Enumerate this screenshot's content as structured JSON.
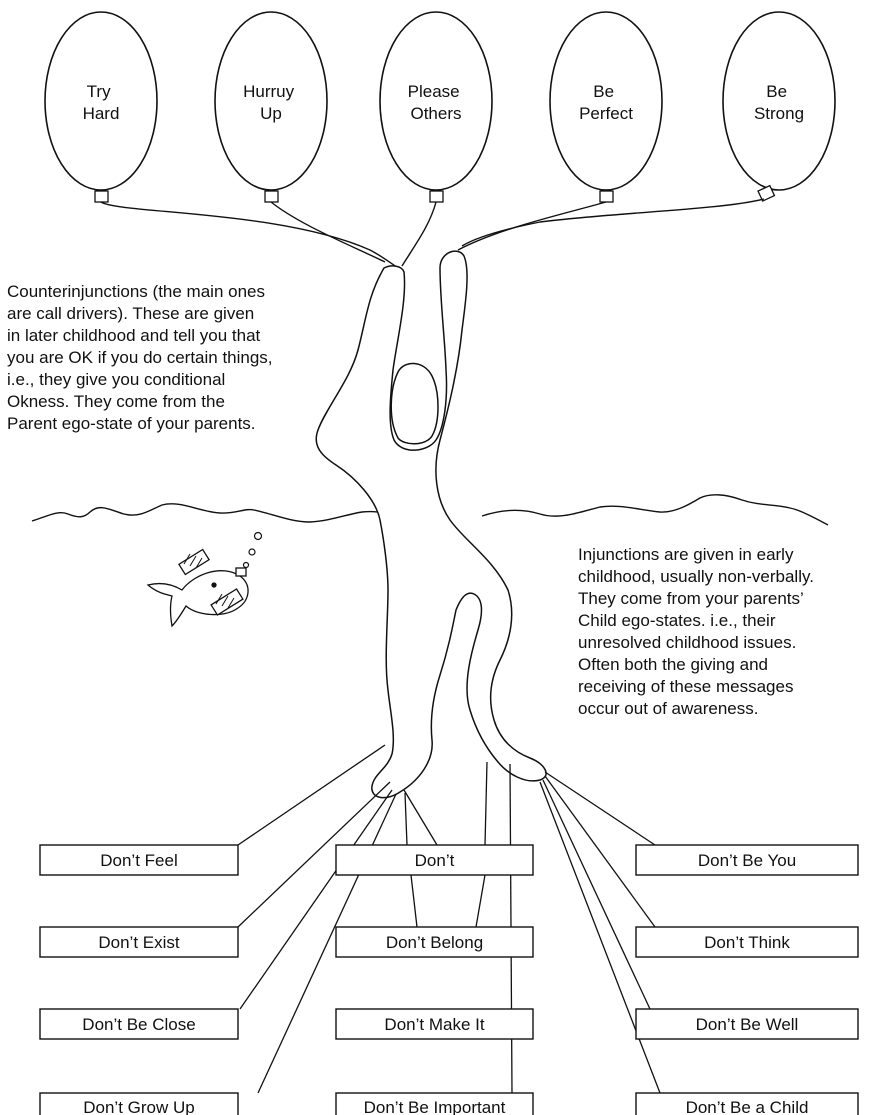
{
  "balloons": [
    {
      "lines": [
        "Try",
        "Hard"
      ]
    },
    {
      "lines": [
        "Hurruy",
        "Up"
      ]
    },
    {
      "lines": [
        "Please",
        "Others"
      ]
    },
    {
      "lines": [
        "Be",
        "Perfect"
      ]
    },
    {
      "lines": [
        "Be",
        "Strong"
      ]
    }
  ],
  "counterinjunctions_text": [
    "Counterinjunctions (the main ones",
    "are call drivers). These are given",
    "in later childhood and tell you that",
    "you are OK if you do certain things,",
    "i.e., they give you conditional",
    "Okness. They come from the",
    "Parent ego-state of your parents."
  ],
  "injunctions_text": [
    "Injunctions are given in early",
    "childhood, usually non-verbally.",
    "They come from your parents’",
    "Child ego-states. i.e., their",
    "unresolved childhood issues.",
    "Often both the giving and",
    "receiving of these messages",
    "occur out of awareness."
  ],
  "injunction_boxes": {
    "left": [
      "Don’t Feel",
      "Don’t Exist",
      "Don’t Be Close",
      "Don’t Grow Up"
    ],
    "center": [
      "Don’t",
      "Don’t Belong",
      "Don’t Make It",
      "Don’t Be Important"
    ],
    "right": [
      "Don’t Be You",
      "Don’t Think",
      "Don’t Be Well",
      "Don’t Be a Child"
    ]
  }
}
